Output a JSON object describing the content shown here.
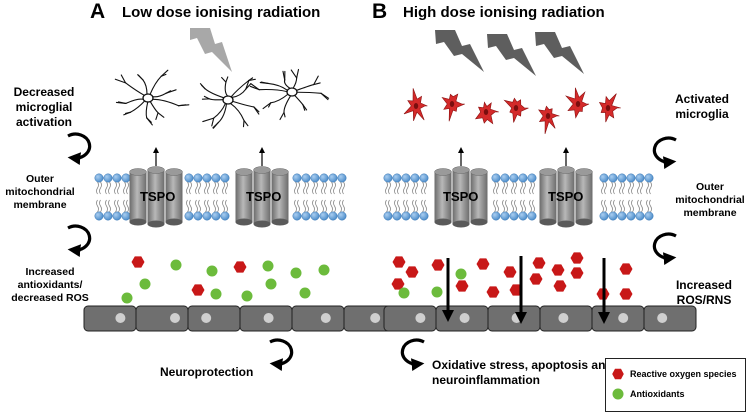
{
  "panels": {
    "a": {
      "letter": "A",
      "title": "Low dose ionising radiation",
      "microglia_label": "Decreased microglial activation",
      "membrane_label": "Outer mitochondrial membrane",
      "ros_label": "Increased antioxidants/ decreased ROS",
      "outcome": "Neuroprotection",
      "tspo_label": "TSPO"
    },
    "b": {
      "letter": "B",
      "title": "High dose ionising radiation",
      "microglia_label": "Activated microglia",
      "membrane_label": "Outer mitochondrial membrane",
      "ros_label": "Increased ROS/RNS",
      "outcome": "Oxidative stress, apoptosis and neuroinflammation",
      "tspo_label": "TSPO"
    }
  },
  "legend": {
    "ros": "Reactive oxygen species",
    "antioxidants": "Antioxidants"
  },
  "colors": {
    "ros": "#c81818",
    "antioxidant": "#6cbb3c",
    "microglia_activated": "#d42a2a",
    "lightning_low": "#a8a8a8",
    "lightning_high": "#5e5e5e",
    "phospholipid_head": "#5b9bd5",
    "cell": "#6f6f6f",
    "tspo": "#8c8c8c"
  },
  "icons": [
    "lightning-bolt-icon",
    "resting-microglia-icon",
    "activated-microglia-icon",
    "tspo-channel-icon",
    "curved-arrow-icon",
    "down-arrow-icon",
    "ros-hexagon-icon",
    "antioxidant-circle-icon"
  ]
}
